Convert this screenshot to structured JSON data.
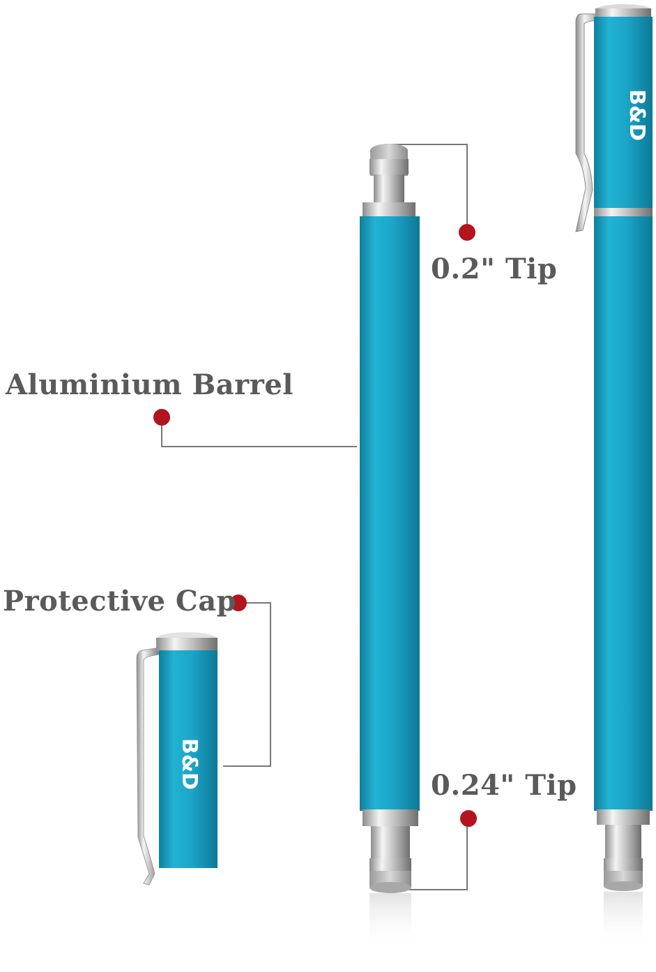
{
  "labels": {
    "barrel": "Aluminium Barrel",
    "cap": "Protective Cap",
    "tip_small": "0.2\" Tip",
    "tip_large": "0.24\" Tip"
  },
  "brand": {
    "logo_text": "B&D"
  },
  "colors": {
    "barrel": "#1aa3c4",
    "dot": "#b3141e",
    "leader_line": "#777777",
    "label_text": "#5a5a5a"
  }
}
